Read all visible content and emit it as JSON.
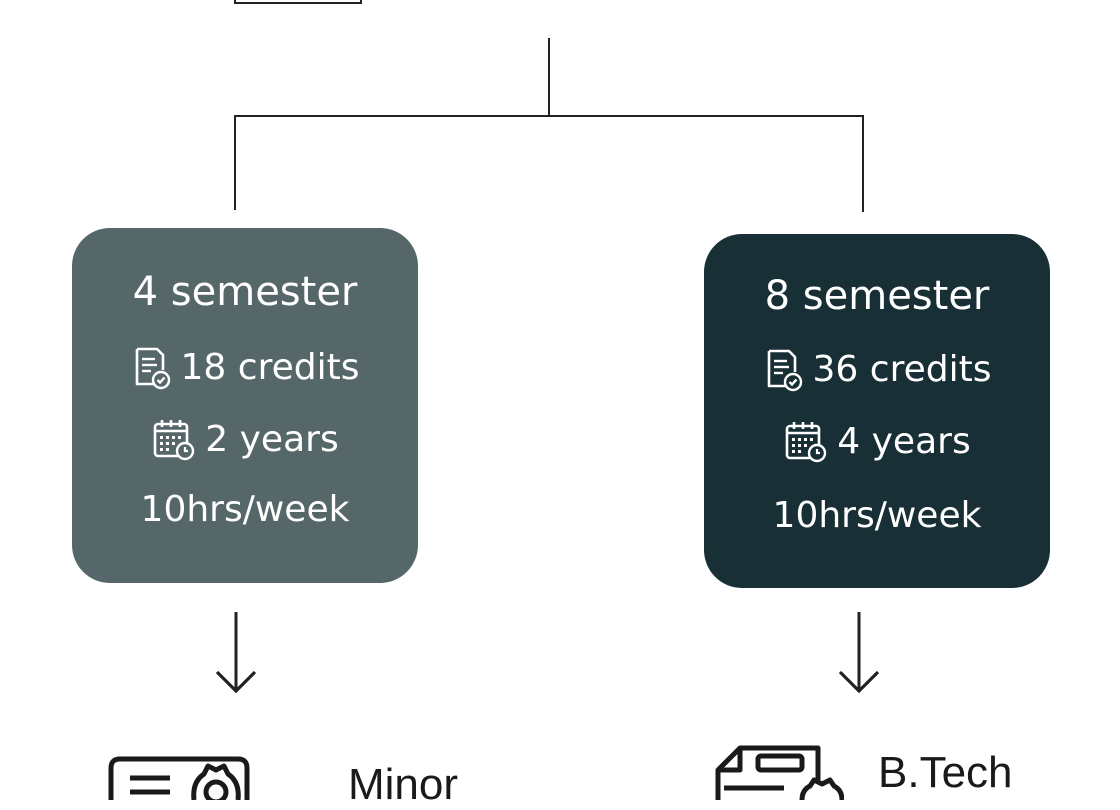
{
  "colors": {
    "left_card": "#56676a",
    "right_card": "#172f35",
    "line": "#222222",
    "text_on_card": "#ffffff"
  },
  "tracks": [
    {
      "semester": "4 semester",
      "credits": "18 credits",
      "duration": "2 years",
      "hours": "10hrs/week",
      "outcome": "Minor",
      "credits_icon": "document-check-icon",
      "duration_icon": "calendar-clock-icon",
      "outcome_icon": "certificate-icon"
    },
    {
      "semester": "8 semester",
      "credits": "36 credits",
      "duration": "4 years",
      "hours": "10hrs/week",
      "outcome": "B.Tech",
      "credits_icon": "document-check-icon",
      "duration_icon": "calendar-clock-icon",
      "outcome_icon": "diploma-icon"
    }
  ]
}
